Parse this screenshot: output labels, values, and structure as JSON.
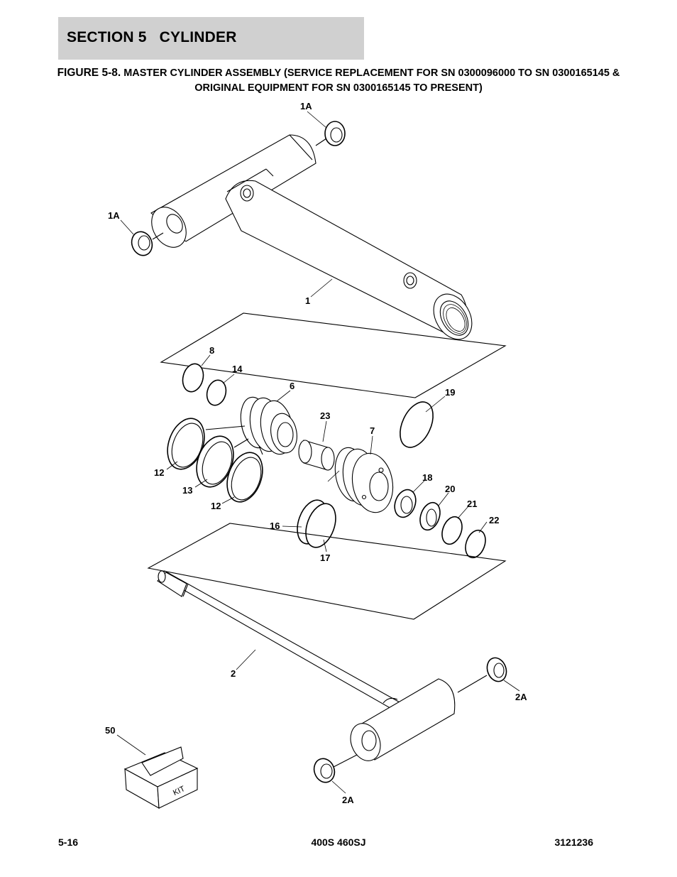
{
  "header": {
    "section_label": "SECTION 5",
    "section_title": "CYLINDER"
  },
  "figure": {
    "number": "FIGURE 5-8.",
    "caption": "MASTER CYLINDER ASSEMBLY (SERVICE REPLACEMENT FOR SN 0300096000 TO SN 0300165145 & ORIGINAL EQUIPMENT FOR SN 0300165145 TO PRESENT)"
  },
  "callouts": {
    "c_1a_top": "1A",
    "c_1a_left": "1A",
    "c_1": "1",
    "c_8": "8",
    "c_14": "14",
    "c_6": "6",
    "c_19": "19",
    "c_23": "23",
    "c_7": "7",
    "c_12a": "12",
    "c_13": "13",
    "c_12b": "12",
    "c_18": "18",
    "c_20": "20",
    "c_21": "21",
    "c_22": "22",
    "c_16": "16",
    "c_17": "17",
    "c_2": "2",
    "c_2a_right": "2A",
    "c_50": "50",
    "c_2a_bottom": "2A"
  },
  "kit_box": {
    "label": "KIT"
  },
  "footer": {
    "page": "5-16",
    "model": "400S 460SJ",
    "manual": "3121236"
  }
}
